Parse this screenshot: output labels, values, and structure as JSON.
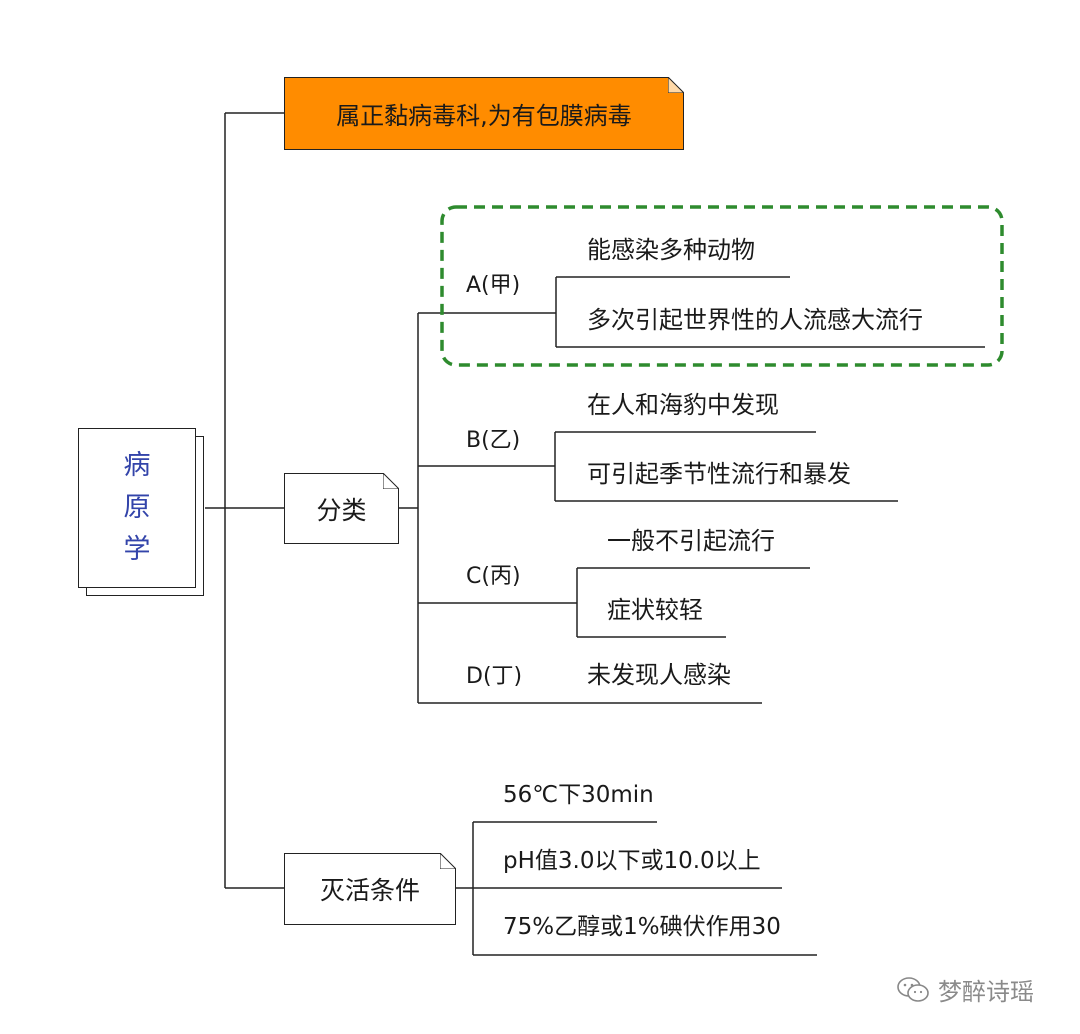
{
  "root": {
    "label_lines": [
      "病",
      "原",
      "学"
    ]
  },
  "top_note": {
    "label": "属正黏病毒科,为有包膜病毒",
    "fill": "#ff8c00"
  },
  "classify": {
    "label": "分类",
    "types": [
      {
        "label": "A(甲)",
        "items": [
          "能感染多种动物",
          "多次引起世界性的人流感大流行"
        ]
      },
      {
        "label": "B(乙)",
        "items": [
          "在人和海豹中发现",
          "可引起季节性流行和暴发"
        ]
      },
      {
        "label": "C(丙)",
        "items": [
          "一般不引起流行",
          "症状较轻"
        ]
      },
      {
        "label": "D(丁)",
        "items": [
          "未发现人感染"
        ]
      }
    ]
  },
  "inactivation": {
    "label": "灭活条件",
    "items": [
      "56℃下30min",
      "pH值3.0以下或10.0以上",
      "75%乙醇或1%碘伏作用30"
    ]
  },
  "highlight": {
    "color": "#2e8b2e"
  },
  "watermark": {
    "text": "梦醉诗瑶"
  }
}
